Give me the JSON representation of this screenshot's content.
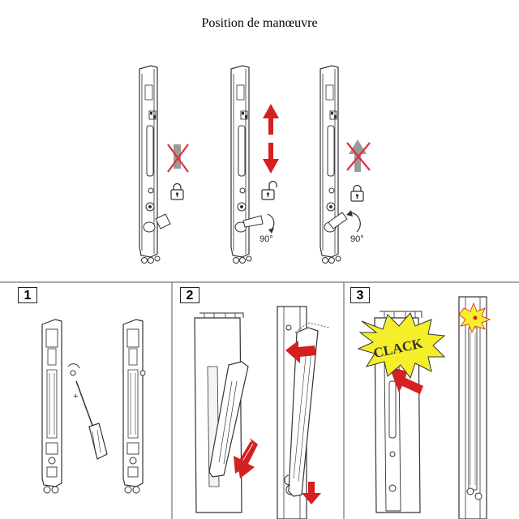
{
  "title": "Position de manœuvre",
  "top_row": {
    "positions": [
      {
        "angle_label": ""
      },
      {
        "angle_label": "90°"
      },
      {
        "angle_label": "90°"
      }
    ]
  },
  "steps": [
    {
      "number": "1"
    },
    {
      "number": "2"
    },
    {
      "number": "3",
      "sound_label": "CLACK"
    }
  ],
  "colors": {
    "arrow_red": "#d42020",
    "cross_red": "#e0303a",
    "grey_bar": "#9a9a9a",
    "stroke": "#333333"
  }
}
